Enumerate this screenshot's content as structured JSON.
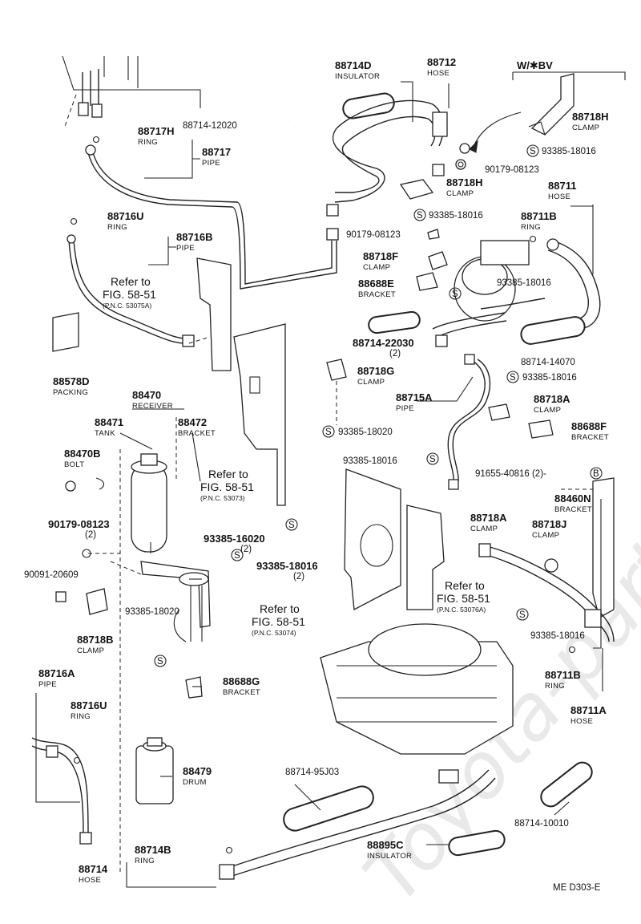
{
  "watermark": "Toyota-parts.com",
  "header": {
    "variant": "W/✱BV"
  },
  "footer_code": "ME  D303-E",
  "parts": [
    {
      "id": "p88714D",
      "number": "88714D",
      "sub": "INSULATOR"
    },
    {
      "id": "p88712",
      "number": "88712",
      "sub": "HOSE"
    },
    {
      "id": "p88718H_top",
      "number": "88718H",
      "sub": "CLAMP"
    },
    {
      "id": "s93385_18016_a",
      "number": "93385-18016",
      "sub": ""
    },
    {
      "id": "p88714_12020",
      "number": "88714-12020",
      "sub": ""
    },
    {
      "id": "p88717H",
      "number": "88717H",
      "sub": "RING"
    },
    {
      "id": "p88717",
      "number": "88717",
      "sub": "PIPE"
    },
    {
      "id": "p90179_08123_a",
      "number": "90179-08123",
      "sub": ""
    },
    {
      "id": "p88718H_mid",
      "number": "88718H",
      "sub": "CLAMP"
    },
    {
      "id": "p88711",
      "number": "88711",
      "sub": "HOSE"
    },
    {
      "id": "s93385_18016_b",
      "number": "93385-18016",
      "sub": ""
    },
    {
      "id": "p88711B_top",
      "number": "88711B",
      "sub": "RING"
    },
    {
      "id": "p88716U_top",
      "number": "88716U",
      "sub": "RING"
    },
    {
      "id": "p90179_08123_b",
      "number": "90179-08123",
      "sub": ""
    },
    {
      "id": "p88716B",
      "number": "88716B",
      "sub": "PIPE"
    },
    {
      "id": "p88718F",
      "number": "88718F",
      "sub": "CLAMP"
    },
    {
      "id": "p88688E",
      "number": "88688E",
      "sub": "BRACKET"
    },
    {
      "id": "s93385_18016_c",
      "number": "93385-18016",
      "sub": ""
    },
    {
      "id": "p88714_22030",
      "number": "88714-22030",
      "sub": "(2)"
    },
    {
      "id": "p88714_14070",
      "number": "88714-14070",
      "sub": ""
    },
    {
      "id": "p88578D",
      "number": "88578D",
      "sub": "PACKING"
    },
    {
      "id": "p88718G",
      "number": "88718G",
      "sub": "CLAMP"
    },
    {
      "id": "s93385_18016_d",
      "number": "93385-18016",
      "sub": ""
    },
    {
      "id": "p88470",
      "number": "88470",
      "sub": "RECEIVER"
    },
    {
      "id": "p88715A",
      "number": "88715A",
      "sub": "PIPE"
    },
    {
      "id": "p88718A_top",
      "number": "88718A",
      "sub": "CLAMP"
    },
    {
      "id": "p88471",
      "number": "88471",
      "sub": "TANK"
    },
    {
      "id": "p88472",
      "number": "88472",
      "sub": "BRACKET"
    },
    {
      "id": "p88688F",
      "number": "88688F",
      "sub": "BRACKET"
    },
    {
      "id": "s93385_18020_a",
      "number": "93385-18020",
      "sub": ""
    },
    {
      "id": "p88470B",
      "number": "88470B",
      "sub": "BOLT"
    },
    {
      "id": "s93385_18016_e",
      "number": "93385-18016",
      "sub": ""
    },
    {
      "id": "p91655_40816",
      "number": "91655-40816 (2)-",
      "sub": ""
    },
    {
      "id": "p88460N",
      "number": "88460N",
      "sub": "BRACKET"
    },
    {
      "id": "p88718A_mid",
      "number": "88718A",
      "sub": "CLAMP"
    },
    {
      "id": "p88718J",
      "number": "88718J",
      "sub": "CLAMP"
    },
    {
      "id": "p90179_08123_c",
      "number": "90179-08123",
      "sub": "(2)"
    },
    {
      "id": "s93385_16020",
      "number": "93385-16020",
      "sub": "(2)"
    },
    {
      "id": "s93385_18016_f",
      "number": "93385-18016",
      "sub": "(2)"
    },
    {
      "id": "p90091_20609",
      "number": "90091-20609",
      "sub": ""
    },
    {
      "id": "s93385_18020_b",
      "number": "93385-18020",
      "sub": ""
    },
    {
      "id": "p88718B",
      "number": "88718B",
      "sub": "CLAMP"
    },
    {
      "id": "s93385_18016_g",
      "number": "93385-18016",
      "sub": ""
    },
    {
      "id": "p88711B_bot",
      "number": "88711B",
      "sub": "RING"
    },
    {
      "id": "p88711A",
      "number": "88711A",
      "sub": "HOSE"
    },
    {
      "id": "p88688G",
      "number": "88688G",
      "sub": "BRACKET"
    },
    {
      "id": "p88716A",
      "number": "88716A",
      "sub": "PIPE"
    },
    {
      "id": "p88716U_bot",
      "number": "88716U",
      "sub": "RING"
    },
    {
      "id": "p88479",
      "number": "88479",
      "sub": "DRUM"
    },
    {
      "id": "p88714_95J03",
      "number": "88714-95J03",
      "sub": ""
    },
    {
      "id": "p88714_10010",
      "number": "88714-10010",
      "sub": ""
    },
    {
      "id": "p88714B",
      "number": "88714B",
      "sub": "RING"
    },
    {
      "id": "p88895C",
      "number": "88895C",
      "sub": "INSULATOR"
    },
    {
      "id": "p88714",
      "number": "88714",
      "sub": "HOSE"
    }
  ],
  "references": [
    {
      "id": "ref1",
      "line1": "Refer to",
      "line2": "FIG. 58-51",
      "line3": "(P.N.C. 53075A)"
    },
    {
      "id": "ref2",
      "line1": "Refer to",
      "line2": "FIG. 58-51",
      "line3": "(P.N.C. 53073)"
    },
    {
      "id": "ref3",
      "line1": "Refer to",
      "line2": "FIG. 58-51",
      "line3": "(P.N.C. 53076A)"
    },
    {
      "id": "ref4",
      "line1": "Refer to",
      "line2": "FIG. 58-51",
      "line3": "(P.N.C. 53074)"
    }
  ],
  "symbols": {
    "s": "S",
    "b": "B"
  }
}
